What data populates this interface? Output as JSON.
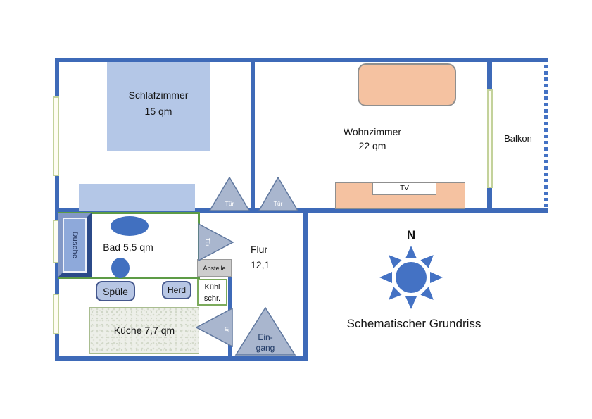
{
  "title": "Schematischer Grundriss",
  "compass": {
    "north_label": "N"
  },
  "rooms": {
    "schlafzimmer": {
      "name": "Schlafzimmer",
      "area": "15 qm"
    },
    "wohnzimmer": {
      "name": "Wohnzimmer",
      "area": "22 qm"
    },
    "balkon": {
      "name": "Balkon"
    },
    "bad": {
      "label": "Bad 5,5 qm"
    },
    "flur": {
      "name": "Flur",
      "area": "12,1"
    },
    "kueche": {
      "label": "Küche 7,7 qm"
    }
  },
  "furniture": {
    "dusche_label": "Dusche",
    "spuele_label": "Spüle",
    "herd_label": "Herd",
    "kuehlschrank_line1": "Kühl",
    "kuehlschrank_line2": "schr.",
    "abstellraum_label": "Abstelle",
    "tv_label": "TV"
  },
  "doors": {
    "tuer_label": "Tür",
    "eingang_line1": "Ein-",
    "eingang_line2": "gang"
  },
  "colors": {
    "wall_blue": "#3e6ab8",
    "furniture_light_blue": "#b4c7e7",
    "fixture_blue": "#4170c0",
    "door_fill": "#a9b6ce",
    "sofa_orange": "#f5c2a1",
    "bath_border_green": "#5d9b46",
    "window_green": "#c3d29b",
    "kitchen_floor": "#edefe9"
  }
}
